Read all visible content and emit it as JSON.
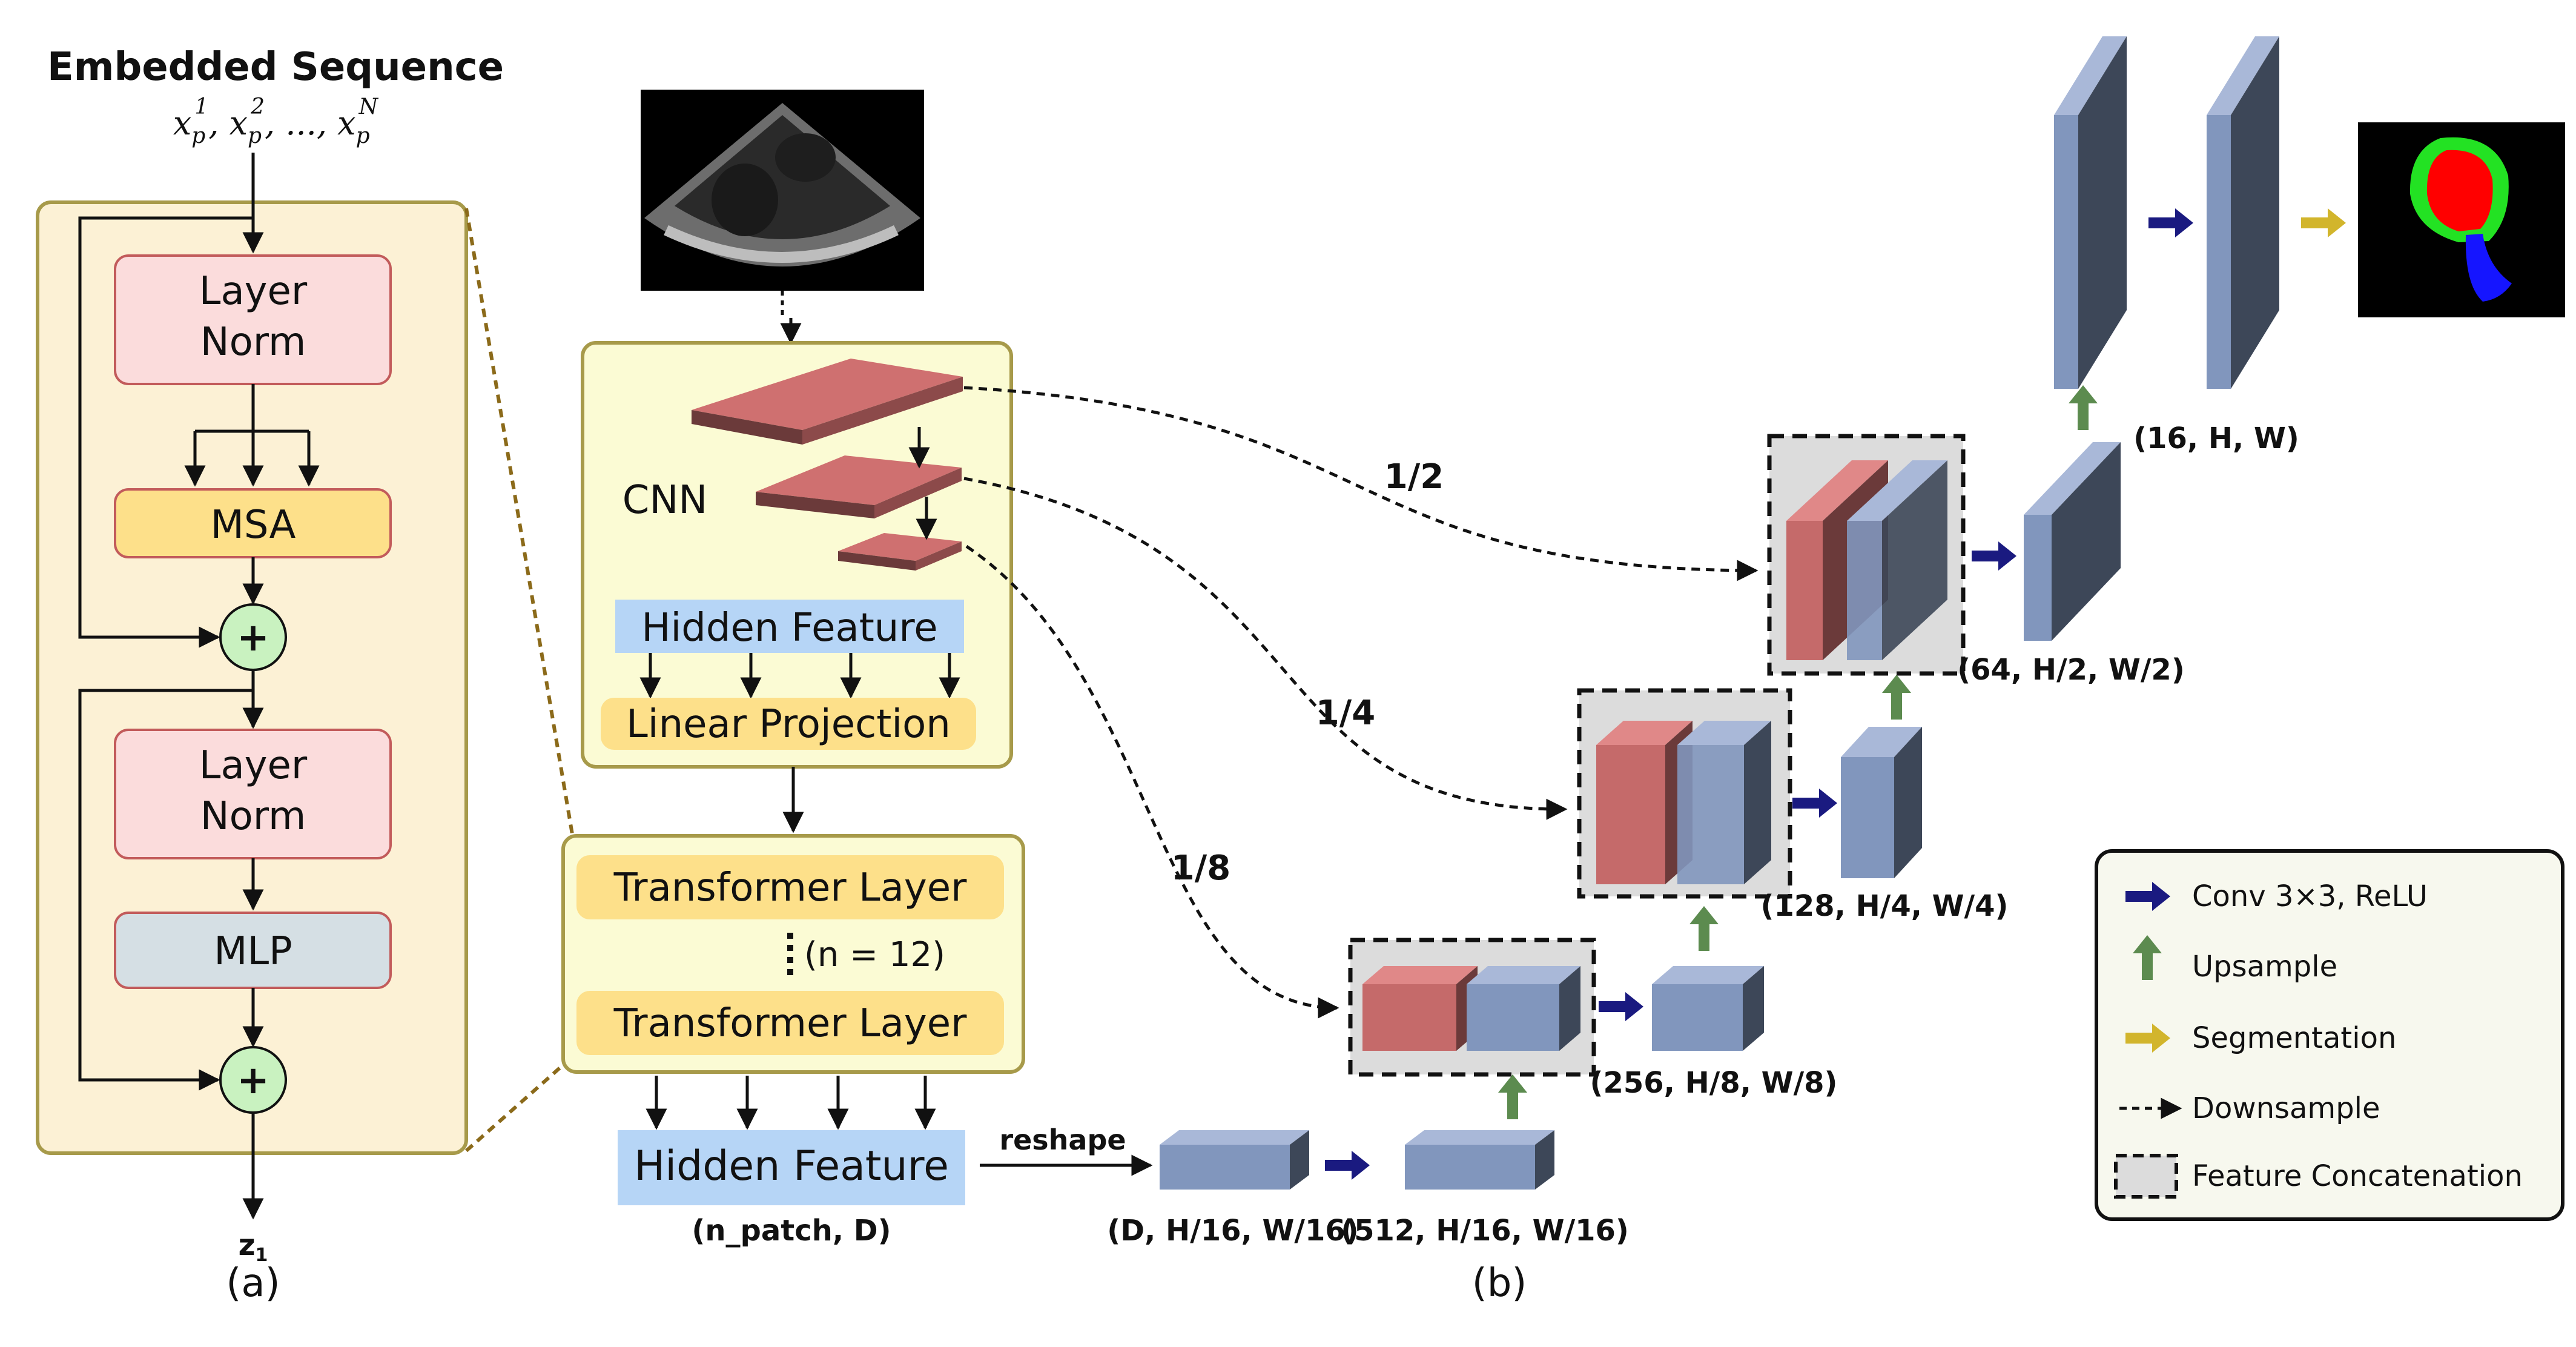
{
  "panel_a": {
    "title": "Embedded Sequence",
    "sequence": "x",
    "subscript": "p",
    "superscripts": [
      "1",
      "2",
      "N"
    ],
    "ellipsis": ", ..., ",
    "layer_norm_1": [
      "Layer",
      "Norm"
    ],
    "msa": "MSA",
    "layer_norm_2": [
      "Layer",
      "Norm"
    ],
    "mlp": "MLP",
    "plus": "+",
    "output": "z",
    "output_subscript": "1",
    "caption": "(a)"
  },
  "panel_b": {
    "cnn_label": "CNN",
    "hidden_feature_top": "Hidden Feature",
    "linear_projection": "Linear Projection",
    "transformer_layer": "Transformer Layer",
    "repeat_note": "(n = 12)",
    "hidden_feature_bottom": "Hidden Feature",
    "hidden_feature_dims": "(n_patch, D)",
    "reshape": "reshape",
    "skip_1_2": "1/2",
    "skip_1_4": "1/4",
    "skip_1_8": "1/8",
    "dim_d": "(D, H/16, W/16)",
    "dim_512": "(512, H/16, W/16)",
    "dim_256": "(256, H/8, W/8)",
    "dim_128": "(128, H/4, W/4)",
    "dim_64": "(64, H/2, W/2)",
    "dim_16": "(16, H, W)",
    "caption": "(b)"
  },
  "legend": {
    "conv": "Conv 3×3, ReLU",
    "upsample": "Upsample",
    "segmentation": "Segmentation",
    "downsample": "Downsample",
    "concat": "Feature Concatenation"
  },
  "colors": {
    "panel_bg_a": "#fcf1d5",
    "panel_bg_b": "#fbfbd4",
    "panel_border": "#a79a4a",
    "layer_norm_fill": "#fbdcdc",
    "layer_norm_stroke": "#c25b5b",
    "msa_fill": "#fde08a",
    "mlp_fill": "#d5dfe4",
    "plus_fill": "#c9f2c0",
    "hidden_feature": "#b6d5f6",
    "block_red": "#c56a6a",
    "block_blue": "#8196bd",
    "conv_arrow": "#1a1a80",
    "upsample_arrow": "#5c8b4f",
    "segmentation_arrow": "#d2b52c",
    "concat_box": "#dcdcdc"
  },
  "icons": {
    "input_image": "ultrasound-image",
    "output_image": "segmentation-mask-image"
  }
}
